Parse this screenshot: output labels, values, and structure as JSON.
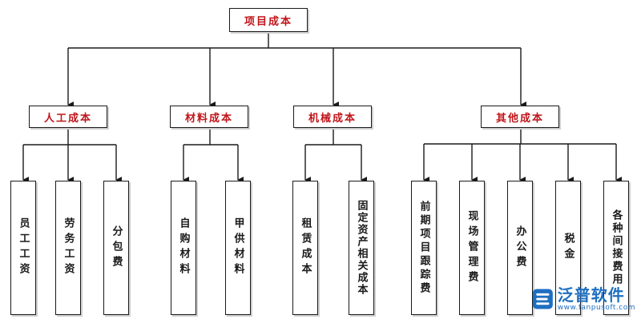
{
  "root": {
    "label": "项目成本"
  },
  "categories": [
    {
      "label": "人工成本",
      "children": [
        "员工工资",
        "劳务工资",
        "分包费"
      ]
    },
    {
      "label": "材料成本",
      "children": [
        "自购材料",
        "甲供材料"
      ]
    },
    {
      "label": "机械成本",
      "children": [
        "租赁成本",
        "固定资产相关成本"
      ]
    },
    {
      "label": "其他成本",
      "children": [
        "前期项目跟踪费",
        "现场管理费",
        "办公费",
        "税金",
        "各种间接费用"
      ]
    }
  ],
  "watermark": {
    "name": "泛普软件",
    "url": "www.fanpusoft.com"
  },
  "colors": {
    "category_text": "#c0151a",
    "leaf_text": "#1a1a1a",
    "line": "#1a1a1a",
    "watermark": "#1f6fc1"
  }
}
